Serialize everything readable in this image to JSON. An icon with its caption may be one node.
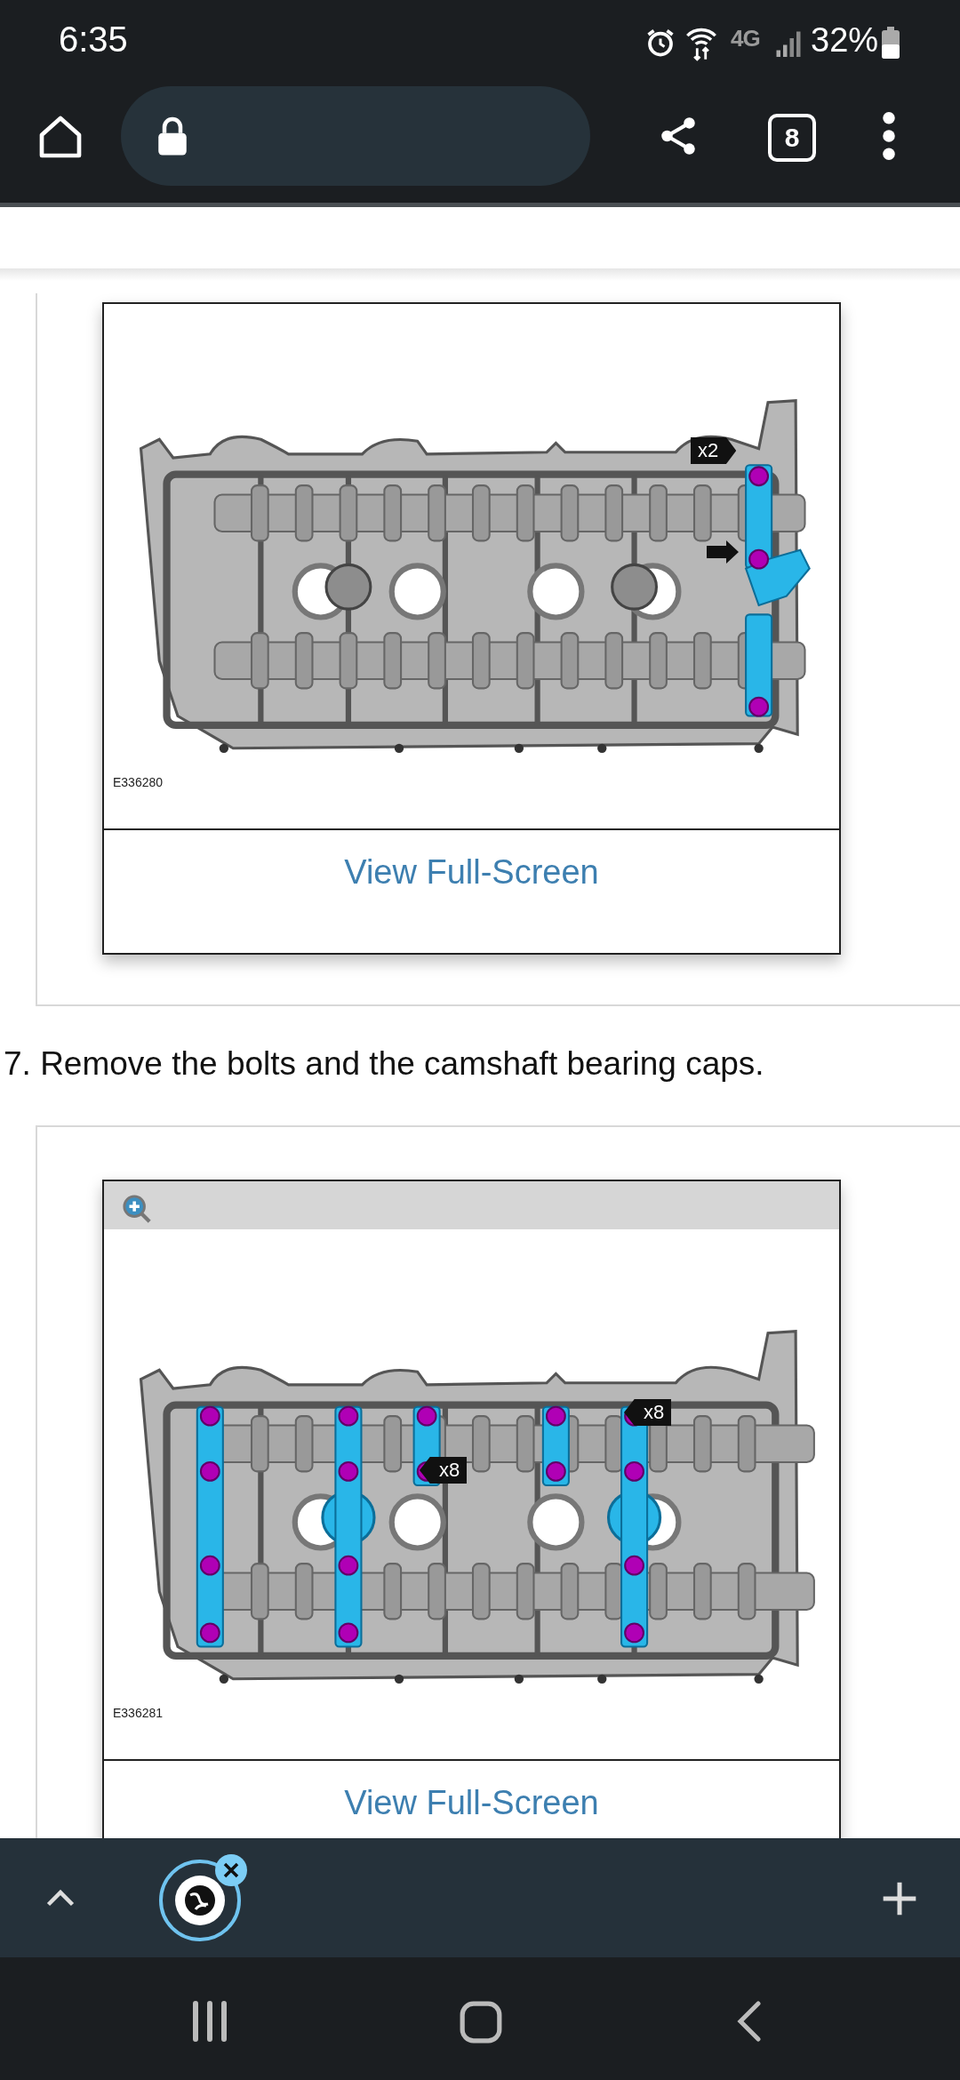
{
  "diagram": {
    "labels": [
      "6:35",
      "4G",
      "32%",
      "8",
      "x2",
      "E336280",
      "View Full-Screen",
      "7. Remove the bolts and the camshaft bearing caps.",
      "x8",
      "x8",
      "E336281",
      "View Full-Screen"
    ]
  }
}
